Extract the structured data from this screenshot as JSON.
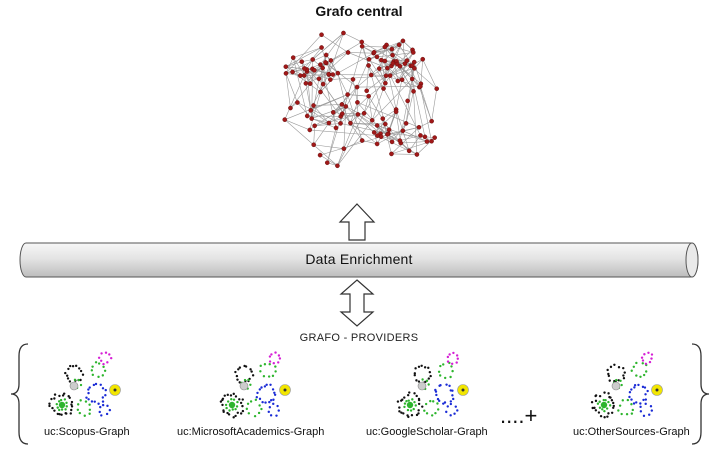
{
  "title": "Grafo central",
  "pipe_label": "Data Enrichment",
  "providers_label": "GRAFO - PROVIDERS",
  "providers": [
    {
      "label": "uc:Scopus-Graph"
    },
    {
      "label": "uc:MicrosoftAcademics-Graph"
    },
    {
      "label": "uc:GoogleScholar-Graph"
    },
    {
      "label": "uc:OtherSources-Graph"
    }
  ],
  "more_marker": "....+",
  "colors": {
    "node": "#a01818",
    "edge": "#9a9a9a",
    "pipe": "#d9d9d9",
    "cluster_black": "#111111",
    "cluster_green": "#2db52d",
    "cluster_blue": "#1a2bd6",
    "cluster_magenta": "#d51fd5",
    "cluster_yellow": "#f2e600"
  }
}
